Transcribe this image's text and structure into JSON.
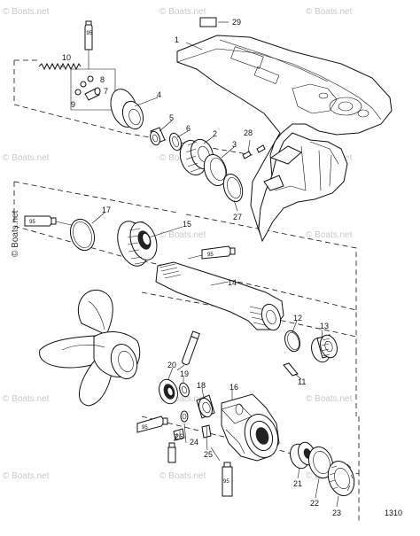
{
  "watermark": "© Boats.net",
  "figure_number": "1310",
  "tube_label": "95",
  "callouts": [
    "1",
    "2",
    "3",
    "4",
    "5",
    "6",
    "7",
    "8",
    "9",
    "10",
    "11",
    "12",
    "13",
    "14",
    "15",
    "16",
    "17",
    "18",
    "19",
    "20",
    "21",
    "22",
    "23",
    "24",
    "25",
    "26",
    "27",
    "28",
    "29"
  ]
}
